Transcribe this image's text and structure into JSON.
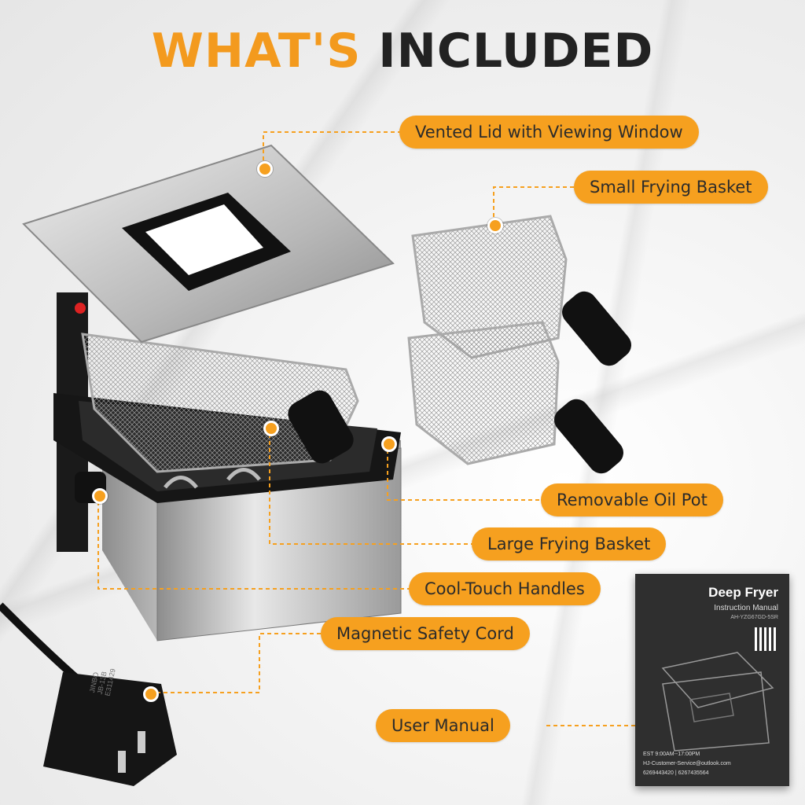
{
  "title": {
    "part1": "WHAT'S",
    "part2": "INCLUDED"
  },
  "labels": {
    "lid": "Vented Lid with Viewing Window",
    "small_basket": "Small Frying Basket",
    "oil_pot": "Removable Oil Pot",
    "large_basket": "Large Frying Basket",
    "handles": "Cool-Touch Handles",
    "cord": "Magnetic Safety Cord",
    "manual": "User Manual"
  },
  "manual": {
    "title": "Deep Fryer",
    "subtitle": "Instruction Manual",
    "model": "AH-YZG67GD-5SR",
    "hours": "EST 9:00AM--17:00PM",
    "email": "HJ-Customer-Service@outlook.com",
    "phone": "6269443420 | 6267435564"
  },
  "plug": {
    "line1": "JINBO",
    "line2": "JB-13B",
    "line3": "E311429"
  },
  "colors": {
    "accent": "#f6a01f",
    "title_dark": "#222222",
    "title_accent": "#f39a1e"
  }
}
